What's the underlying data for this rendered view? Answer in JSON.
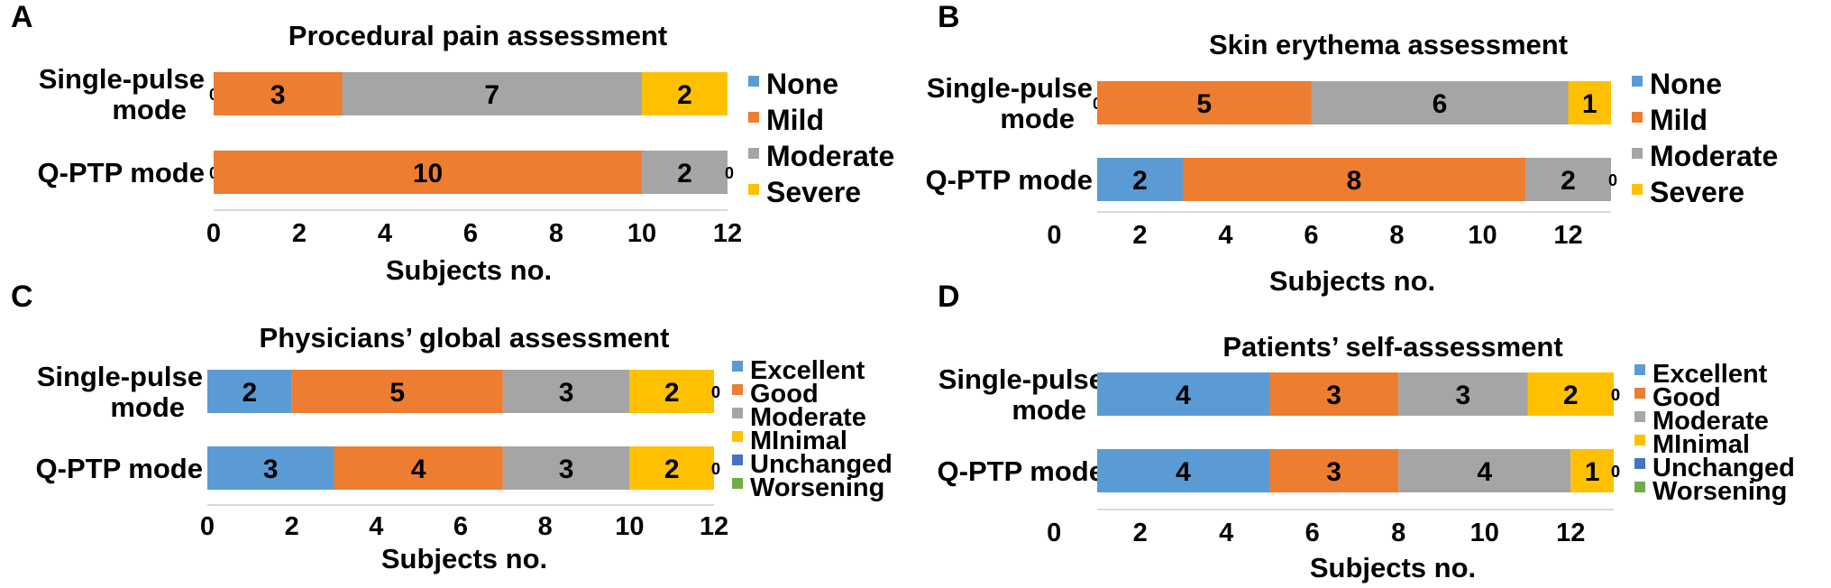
{
  "chart_data": [
    {
      "type": "bar",
      "panel": "A",
      "title": "Procedural pain assessment",
      "xlabel": "Subjects no.",
      "categories": [
        "Single-pulse mode",
        "Q-PTP mode"
      ],
      "xlim": [
        0,
        12
      ],
      "xticks": [
        0,
        2,
        4,
        6,
        8,
        10,
        12
      ],
      "grid": false,
      "legend": "right",
      "series": [
        {
          "name": "None",
          "color": "#5b9bd5",
          "values": [
            0,
            0
          ]
        },
        {
          "name": "Mild",
          "color": "#ed7d31",
          "values": [
            3,
            10
          ]
        },
        {
          "name": "Moderate",
          "color": "#a5a5a5",
          "values": [
            7,
            2
          ]
        },
        {
          "name": "Severe",
          "color": "#ffc000",
          "values": [
            2,
            0
          ]
        }
      ]
    },
    {
      "type": "bar",
      "panel": "B",
      "title": "Skin erythema assessment",
      "xlabel": "Subjects no.",
      "categories": [
        "Single-pulse mode",
        "Q-PTP mode"
      ],
      "xlim": [
        1,
        13
      ],
      "xticks": [
        0,
        2,
        4,
        6,
        8,
        10,
        12
      ],
      "grid": false,
      "legend": "right",
      "series": [
        {
          "name": "None",
          "color": "#5b9bd5",
          "values": [
            0,
            2
          ]
        },
        {
          "name": "Mild",
          "color": "#ed7d31",
          "values": [
            5,
            8
          ]
        },
        {
          "name": "Moderate",
          "color": "#a5a5a5",
          "values": [
            6,
            2
          ]
        },
        {
          "name": "Severe",
          "color": "#ffc000",
          "values": [
            1,
            0
          ]
        }
      ]
    },
    {
      "type": "bar",
      "panel": "C",
      "title": "Physicians’ global assessment",
      "xlabel": "Subjects no.",
      "categories": [
        "Single-pulse mode",
        "Q-PTP mode"
      ],
      "xlim": [
        0,
        12
      ],
      "xticks": [
        0,
        2,
        4,
        6,
        8,
        10,
        12
      ],
      "grid": false,
      "legend": "right",
      "series": [
        {
          "name": "Excellent",
          "color": "#5b9bd5",
          "values": [
            2,
            3
          ]
        },
        {
          "name": "Good",
          "color": "#ed7d31",
          "values": [
            5,
            4
          ]
        },
        {
          "name": "Moderate",
          "color": "#a5a5a5",
          "values": [
            3,
            3
          ]
        },
        {
          "name": "MInimal",
          "color": "#ffc000",
          "values": [
            2,
            2
          ]
        },
        {
          "name": "Unchanged",
          "color": "#4472c4",
          "values": [
            0,
            0
          ]
        },
        {
          "name": "Worsening",
          "color": "#70ad47",
          "values": [
            0,
            0
          ]
        }
      ]
    },
    {
      "type": "bar",
      "panel": "D",
      "title": "Patients’ self-assessment",
      "xlabel": "Subjects no.",
      "categories": [
        "Single-pulse mode",
        "Q-PTP mode"
      ],
      "xlim": [
        1,
        13
      ],
      "xticks": [
        0,
        2,
        4,
        6,
        8,
        10,
        12
      ],
      "grid": false,
      "legend": "right",
      "series": [
        {
          "name": "Excellent",
          "color": "#5b9bd5",
          "values": [
            4,
            4
          ]
        },
        {
          "name": "Good",
          "color": "#ed7d31",
          "values": [
            3,
            3
          ]
        },
        {
          "name": "Moderate",
          "color": "#a5a5a5",
          "values": [
            3,
            4
          ]
        },
        {
          "name": "MInimal",
          "color": "#ffc000",
          "values": [
            2,
            1
          ]
        },
        {
          "name": "Unchanged",
          "color": "#4472c4",
          "values": [
            0,
            0
          ]
        },
        {
          "name": "Worsening",
          "color": "#70ad47",
          "values": [
            0,
            0
          ]
        }
      ]
    }
  ]
}
